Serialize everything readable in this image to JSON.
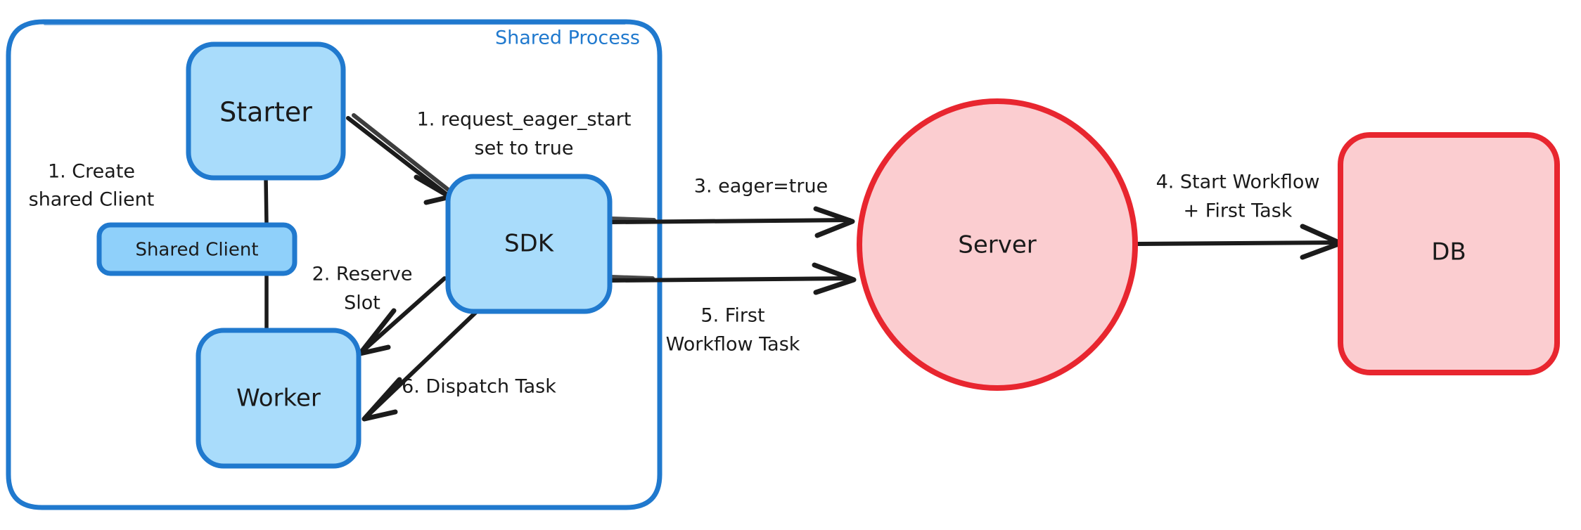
{
  "diagram": {
    "title": "Eager Workflow Start sequence",
    "colors": {
      "node_blue_fill": "#a9dcfb",
      "node_blue_stroke": "#2079ce",
      "node_blue_fill_alt": "#8fd0fa",
      "node_red_fill": "#fbcdd0",
      "node_red_stroke": "#e8262f",
      "edge_color": "#1b1b1b",
      "group_label_color": "#2079ce",
      "background": "#ffffff"
    },
    "group": {
      "label": "Shared Process"
    },
    "nodes": [
      {
        "id": "starter",
        "label": "Starter",
        "shape": "rounded-rect",
        "style": "blue"
      },
      {
        "id": "shared_client",
        "label": "Shared Client",
        "shape": "rounded-rect",
        "style": "blue-alt"
      },
      {
        "id": "worker",
        "label": "Worker",
        "shape": "rounded-rect",
        "style": "blue"
      },
      {
        "id": "sdk",
        "label": "SDK",
        "shape": "rounded-rect",
        "style": "blue"
      },
      {
        "id": "server",
        "label": "Server",
        "shape": "ellipse",
        "style": "red"
      },
      {
        "id": "db",
        "label": "DB",
        "shape": "rounded-rect",
        "style": "red"
      }
    ],
    "edges": [
      {
        "id": "e1",
        "from": "starter",
        "to": "shared_client",
        "label": "1. Create\nshared Client",
        "label_lines": [
          "1. Create",
          "shared Client"
        ],
        "arrow": false
      },
      {
        "id": "e2",
        "from": "shared_client",
        "to": "worker",
        "label": "",
        "label_lines": [],
        "arrow": false
      },
      {
        "id": "e3",
        "from": "starter",
        "to": "sdk",
        "label": "1. request_eager_start\nset to true",
        "label_lines": [
          "1. request_eager_start",
          "set to true"
        ],
        "arrow": true
      },
      {
        "id": "e4",
        "from": "sdk",
        "to": "worker",
        "label": "2. Reserve\nSlot",
        "label_lines": [
          "2. Reserve",
          "Slot"
        ],
        "arrow": true
      },
      {
        "id": "e5",
        "from": "sdk",
        "to": "server",
        "label": "3. eager=true",
        "label_lines": [
          "3. eager=true"
        ],
        "arrow": true
      },
      {
        "id": "e6",
        "from": "server",
        "to": "db",
        "label": "4. Start Workflow\n+ First Task",
        "label_lines": [
          "4. Start Workflow",
          "+ First Task"
        ],
        "arrow": true
      },
      {
        "id": "e7",
        "from": "sdk",
        "to": "server",
        "label": "5. First\nWorkflow Task",
        "label_lines": [
          "5. First",
          "Workflow Task"
        ],
        "arrow": true
      },
      {
        "id": "e8",
        "from": "sdk",
        "to": "worker",
        "label": "6. Dispatch Task",
        "label_lines": [
          "6. Dispatch Task"
        ],
        "arrow": true
      }
    ],
    "labels": {
      "starter": "Starter",
      "shared_client": "Shared Client",
      "worker": "Worker",
      "sdk": "SDK",
      "server": "Server",
      "db": "DB",
      "group": "Shared Process",
      "e1_l1": "1. Create",
      "e1_l2": "shared Client",
      "e3_l1": "1. request_eager_start",
      "e3_l2": "set to true",
      "e4_l1": "2. Reserve",
      "e4_l2": "Slot",
      "e5_l1": "3. eager=true",
      "e6_l1": "4. Start Workflow",
      "e6_l2": "+ First Task",
      "e7_l1": "5. First",
      "e7_l2": "Workflow Task",
      "e8_l1": "6. Dispatch Task"
    }
  }
}
